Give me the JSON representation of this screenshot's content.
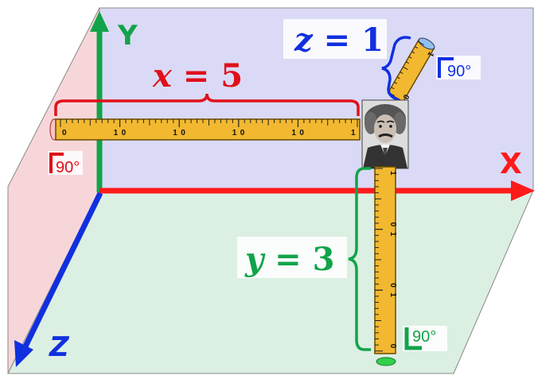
{
  "axes": {
    "x_label": "X",
    "y_label": "Y",
    "z_label": "Z"
  },
  "measurements": {
    "x": {
      "variable": "x",
      "equals": " = ",
      "value": "5"
    },
    "y": {
      "variable": "y",
      "equals": " = ",
      "value": "3"
    },
    "z": {
      "variable": "z",
      "equals": " = ",
      "value": "1"
    }
  },
  "angles": {
    "x_ruler_end": "90°",
    "z_ruler_end": "90°",
    "y_ruler_end": "90°"
  },
  "ruler_ticks": {
    "start": "0",
    "end": "1"
  },
  "colors": {
    "x_axis": "#ff1a1a",
    "y_axis": "#12a34a",
    "z_axis": "#1030e0",
    "back_wall": "#d9d9f5",
    "side_wall": "#f7d5d8",
    "floor": "#dcefe3",
    "ruler": "#f2b830"
  },
  "icons": {
    "portrait": "scientist-portrait-icon"
  }
}
